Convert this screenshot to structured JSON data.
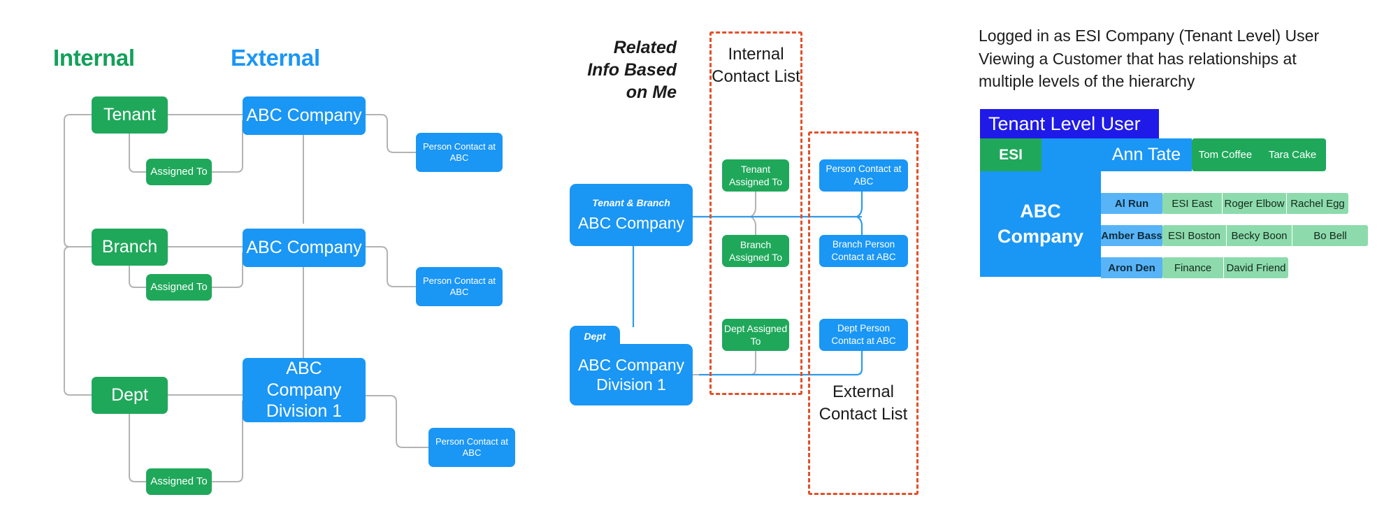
{
  "left_diagram": {
    "header_internal": "Internal",
    "header_external": "External",
    "rows": [
      {
        "level": "Tenant",
        "assigned": "Assigned To",
        "company": "ABC Company",
        "contact": "Person Contact at ABC"
      },
      {
        "level": "Branch",
        "assigned": "Assigned To",
        "company": "ABC Company",
        "contact": "Person Contact at ABC"
      },
      {
        "level": "Dept",
        "assigned": "Assigned To",
        "company": "ABC Company Division 1",
        "contact": "Person Contact at ABC"
      }
    ]
  },
  "middle_diagram": {
    "related_title": "Related Info Based on Me",
    "internal_caption": "Internal Contact List",
    "external_caption": "External Contact List",
    "company_top": {
      "sub": "Tenant & Branch",
      "name": "ABC Company"
    },
    "company_bottom": {
      "sub": "Dept",
      "name": "ABC Company Division 1"
    },
    "internal_chips": [
      "Tenant Assigned To",
      "Branch Assigned To",
      "Dept Assigned To"
    ],
    "external_chips": [
      "Person Contact at ABC",
      "Branch Person Contact at ABC",
      "Dept Person Contact at ABC"
    ]
  },
  "right_panel": {
    "description": "Logged in as ESI Company (Tenant Level) User Viewing a Customer that has relationships at multiple levels of the hierarchy",
    "tenant_level_user": "Tenant Level User",
    "esi_badge": "ESI",
    "abc_company": "ABC Company",
    "ann_tate": "Ann Tate",
    "top_green_cells": [
      "Tom Coffee",
      "Tara Cake"
    ],
    "rows": [
      {
        "name": "Al Run",
        "cells": [
          "ESI East",
          "Roger Elbow",
          "Rachel Egg"
        ]
      },
      {
        "name": "Amber Bass",
        "cells": [
          "ESI Boston",
          "Becky Boon",
          "Bo Bell"
        ]
      },
      {
        "name": "Aron Den",
        "cells": [
          "Finance",
          "David Friend"
        ]
      }
    ]
  },
  "colors": {
    "green": "#1fa85a",
    "blue": "#1a96f5",
    "dark_blue": "#1f1ae8",
    "dashed_red": "#e2502a",
    "light_green": "#8ddbac",
    "light_blue": "#58b4f7",
    "wire_gray": "#b3b3b3",
    "wire_blue": "#2e9bea"
  }
}
